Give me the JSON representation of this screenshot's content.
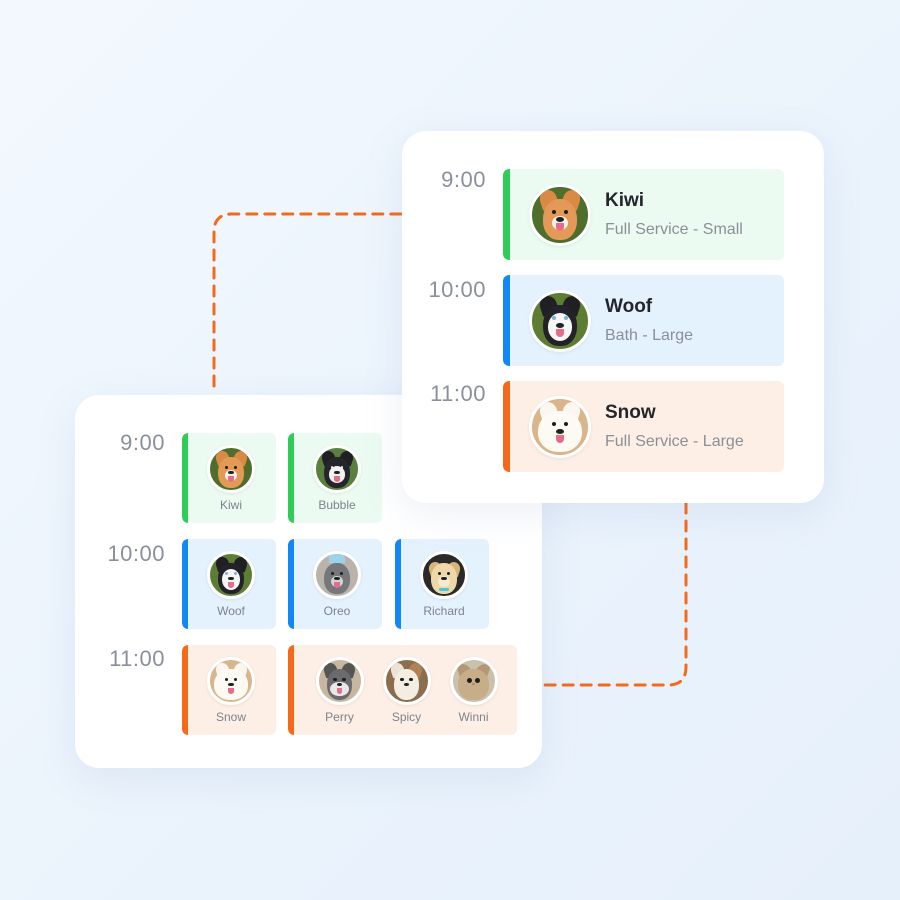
{
  "colors": {
    "background": "#eef5fd",
    "card": "#ffffff",
    "time_text": "#8a909b",
    "connector": "#f26a1b",
    "slot_9": {
      "accent": "#2fcc5a",
      "fill": "#ecfbf1"
    },
    "slot_10": {
      "accent": "#1188f5",
      "fill": "#e4f2fe"
    },
    "slot_11": {
      "accent": "#f56a1a",
      "fill": "#fdefe6"
    }
  },
  "overview_schedule": {
    "rows": [
      {
        "time": "9:00",
        "groups": [
          {
            "pets": [
              {
                "name": "Kiwi",
                "avatar": "corgi-avatar"
              }
            ]
          },
          {
            "pets": [
              {
                "name": "Bubble",
                "avatar": "border-collie-avatar"
              }
            ]
          }
        ]
      },
      {
        "time": "10:00",
        "groups": [
          {
            "pets": [
              {
                "name": "Woof",
                "avatar": "husky-avatar"
              }
            ]
          },
          {
            "pets": [
              {
                "name": "Oreo",
                "avatar": "akita-party-hat-avatar"
              }
            ]
          },
          {
            "pets": [
              {
                "name": "Richard",
                "avatar": "labrador-bowtie-avatar"
              }
            ]
          }
        ]
      },
      {
        "time": "11:00",
        "groups": [
          {
            "pets": [
              {
                "name": "Snow",
                "avatar": "samoyed-avatar"
              }
            ]
          },
          {
            "pets": [
              {
                "name": "Perry",
                "avatar": "schnauzer-avatar"
              },
              {
                "name": "Spicy",
                "avatar": "chihuahua-avatar"
              },
              {
                "name": "Winni",
                "avatar": "tabby-cat-avatar"
              }
            ]
          }
        ]
      }
    ]
  },
  "detail_schedule": {
    "rows": [
      {
        "time": "9:00",
        "name": "Kiwi",
        "service": "Full Service - Small",
        "avatar": "corgi-avatar"
      },
      {
        "time": "10:00",
        "name": "Woof",
        "service": "Bath - Large",
        "avatar": "husky-avatar"
      },
      {
        "time": "11:00",
        "name": "Snow",
        "service": "Full Service - Large",
        "avatar": "samoyed-avatar"
      }
    ]
  }
}
